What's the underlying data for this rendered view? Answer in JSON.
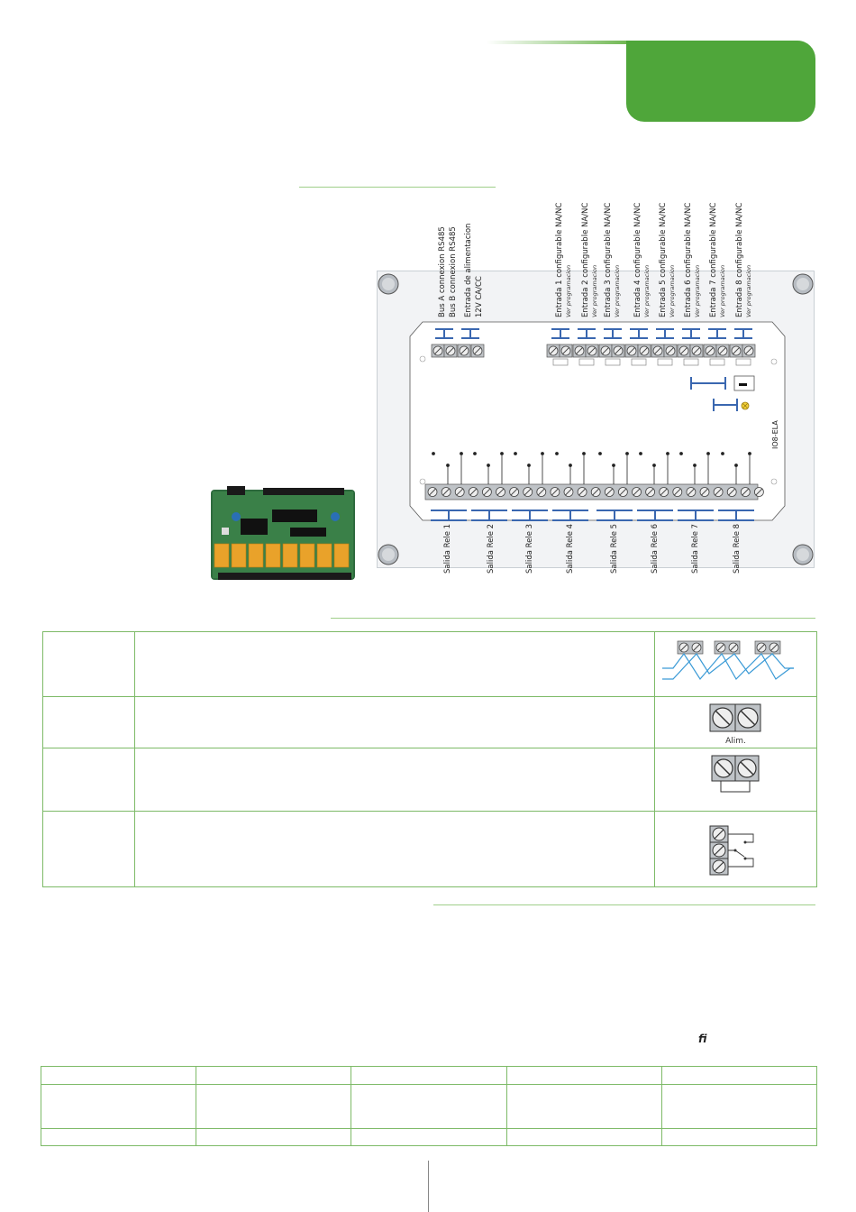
{
  "board": {
    "top_labels": [
      {
        "main": "Bus A connexion RS485",
        "sub": ""
      },
      {
        "main": "Bus B connexion RS485",
        "sub": ""
      },
      {
        "main": "Entrada de alimentacion",
        "sub": ""
      },
      {
        "main": "12V CA/CC",
        "sub": ""
      }
    ],
    "inputs": [
      {
        "main": "Entrada 1 configurable NA/NC",
        "sub": "Ver programacion"
      },
      {
        "main": "Entrada 2 configurable NA/NC",
        "sub": "Ver programacion"
      },
      {
        "main": "Entrada 3 configurable NA/NC",
        "sub": "Ver programacion"
      },
      {
        "main": "Entrada 4 configurable NA/NC",
        "sub": "Ver programacion"
      },
      {
        "main": "Entrada 5 configurable NA/NC",
        "sub": "Ver programacion"
      },
      {
        "main": "Entrada 6 configurable NA/NC",
        "sub": "Ver programacion"
      },
      {
        "main": "Entrada 7 configurable NA/NC",
        "sub": "Ver programacion"
      },
      {
        "main": "Entrada 8 configurable NA/NC",
        "sub": "Ver programacion"
      }
    ],
    "relays": [
      "Salida Rele 1",
      "Salida Rele 2",
      "Salida Rele 3",
      "Salida Rele 4",
      "Salida Rele 5",
      "Salida Rele 6",
      "Salida Rele 7",
      "Salida Rele 8"
    ],
    "model": "IO8-ELA"
  },
  "features": {
    "alim_label": "Alim."
  },
  "footnote_glyph": "fi",
  "colors": {
    "accent_green": "#4fa63a",
    "rule_green": "#9fcf8a",
    "connector_blue": "#3a67b0"
  }
}
